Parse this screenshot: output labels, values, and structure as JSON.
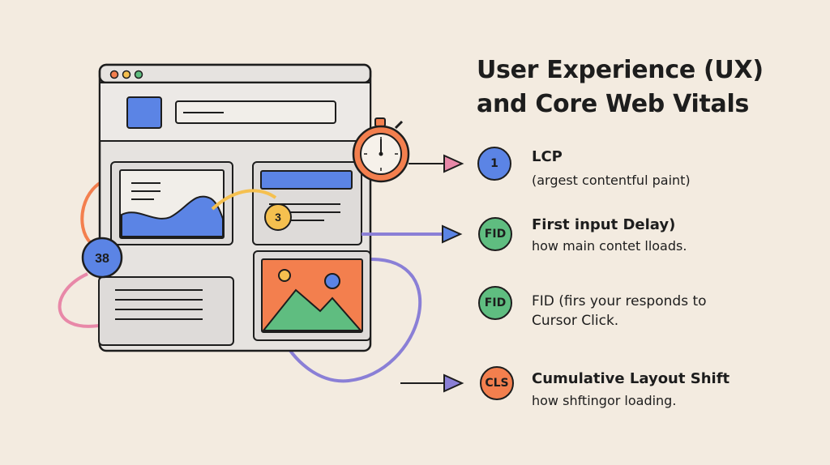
{
  "title": {
    "line1": "User Experience (UX)",
    "line2": "and Core Web Vitals"
  },
  "colors": {
    "background": "#f3ebe0",
    "blue": "#5b84e5",
    "green": "#5fbd80",
    "orange": "#f37f4e",
    "yellow": "#f5c04f",
    "purple": "#8a7fd6",
    "pink": "#e888a8"
  },
  "items": [
    {
      "badge": "1",
      "title": "LCP",
      "desc": "(argest contentful paint)"
    },
    {
      "badge": "FID",
      "title": "First input Delay)",
      "desc": "how main contet lloads."
    },
    {
      "badge": "FID",
      "desc_line1": "FID  (firs your responds to",
      "desc_line2": "Cursor Click."
    },
    {
      "badge": "CLS",
      "title": "Cumulative Layout Shift",
      "desc": "how shftingor loading."
    }
  ],
  "illustration": {
    "node_38": "38",
    "node_3": "3",
    "icons": [
      "browser-window",
      "stopwatch-icon",
      "chart-card",
      "image-card"
    ]
  }
}
